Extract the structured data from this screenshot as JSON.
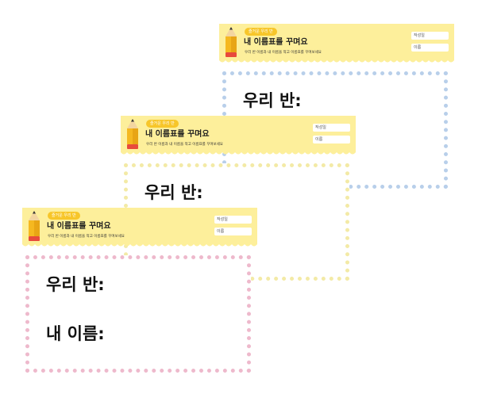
{
  "cards": [
    {
      "badge": "즐거운 우리 반",
      "title": "내 이름표를 꾸며요",
      "subtitle": "우리 반 이름과 내 이름을 적고 이름표를 꾸며보세요",
      "fields": [
        "작성일",
        "이름"
      ],
      "class_label": "우리 반:",
      "frame_color": "#b8cfea"
    },
    {
      "badge": "즐거운 우리 반",
      "title": "내 이름표를 꾸며요",
      "subtitle": "우리 반 이름과 내 이름을 적고 이름표를 꾸며보세요",
      "fields": [
        "작성일",
        "이름"
      ],
      "class_label": "우리 반:",
      "frame_color": "#f3eaa6"
    },
    {
      "badge": "즐거운 우리 반",
      "title": "내 이름표를 꾸며요",
      "subtitle": "우리 반 이름과 내 이름을 적고 이름표를 꾸며보세요",
      "fields": [
        "작성일",
        "이름"
      ],
      "class_label": "우리 반:",
      "name_label": "내 이름:",
      "frame_color": "#eeb9cc"
    }
  ],
  "colors": {
    "header_bg": "#fdef9b",
    "badge_bg": "#f7c62a",
    "pencil_body": "#f5b820",
    "pencil_eraser": "#e84a3c"
  }
}
